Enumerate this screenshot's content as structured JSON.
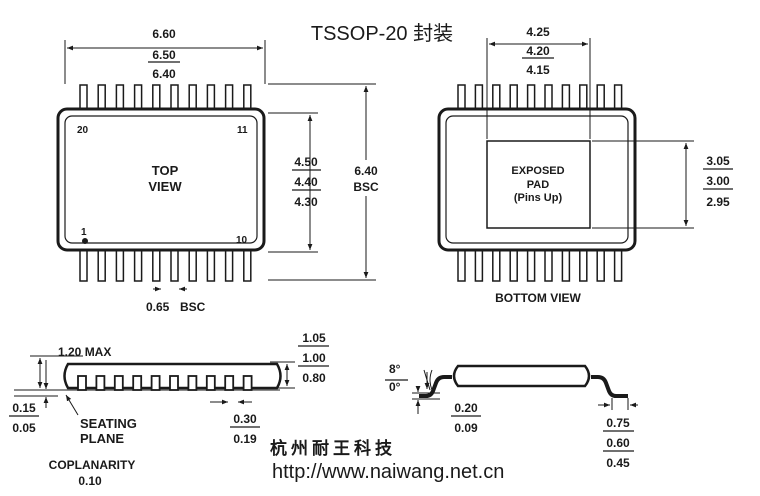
{
  "title": "TSSOP-20 封装",
  "top_view": {
    "width_dims": [
      "6.60",
      "6.50",
      "6.40"
    ],
    "label_line1": "TOP",
    "label_line2": "VIEW",
    "pin_20": "20",
    "pin_11": "11",
    "pin_1": "1",
    "pin_10": "10",
    "body_dims": [
      "4.50",
      "4.40",
      "4.30"
    ],
    "overall_dim": "6.40",
    "overall_note": "BSC",
    "pitch_value": "0.65",
    "pitch_note": "BSC"
  },
  "bottom_view": {
    "pad_width_dims": [
      "4.25",
      "4.20",
      "4.15"
    ],
    "pad_line1": "EXPOSED",
    "pad_line2": "PAD",
    "pad_line3": "(Pins Up)",
    "pad_height_dims": [
      "3.05",
      "3.00",
      "2.95"
    ],
    "caption": "BOTTOM VIEW"
  },
  "side_view": {
    "max_height": "1.20 MAX",
    "body_dims": [
      "1.05",
      "1.00",
      "0.80"
    ],
    "standoff_dims": [
      "0.15",
      "0.05"
    ],
    "seating_line1": "SEATING",
    "seating_line2": "PLANE",
    "lead_width_dims": [
      "0.30",
      "0.19"
    ],
    "coplanarity_label": "COPLANARITY",
    "coplanarity_value": "0.10"
  },
  "end_view": {
    "angle_max": "8°",
    "angle_min": "0°",
    "lead_thickness_dims": [
      "0.20",
      "0.09"
    ],
    "foot_length_dims": [
      "0.75",
      "0.60",
      "0.45"
    ]
  },
  "footer": {
    "company": "杭州耐王科技",
    "url": "http://www.naiwang.net.cn"
  },
  "colors": {
    "ink": "#1a1a1a",
    "body_fill": "#ffffff",
    "pin_fill": "#ffffff"
  }
}
